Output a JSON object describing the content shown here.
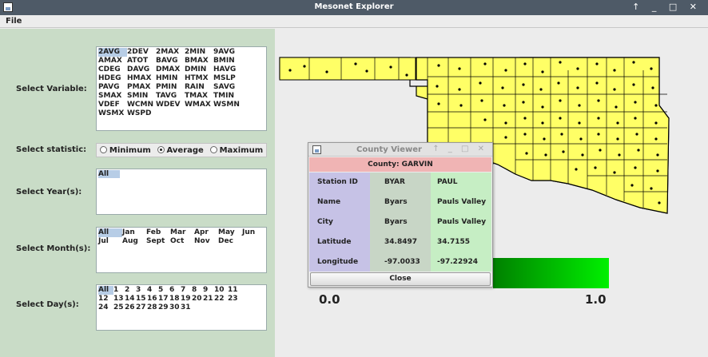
{
  "window": {
    "title": "Mesonet Explorer",
    "controls": "↑ _ □ ✕"
  },
  "menu": {
    "file": "File"
  },
  "variable": {
    "label": "Select Variable:",
    "selected": "2AVG",
    "rows": [
      [
        "2AVG",
        "2DEV",
        "2MAX",
        "2MIN",
        "9AVG"
      ],
      [
        "AMAX",
        "ATOT",
        "BAVG",
        "BMAX",
        "BMIN"
      ],
      [
        "CDEG",
        "DAVG",
        "DMAX",
        "DMIN",
        "HAVG"
      ],
      [
        "HDEG",
        "HMAX",
        "HMIN",
        "HTMX",
        "MSLP"
      ],
      [
        "PAVG",
        "PMAX",
        "PMIN",
        "RAIN",
        "SAVG"
      ],
      [
        "SMAX",
        "SMIN",
        "TAVG",
        "TMAX",
        "TMIN"
      ],
      [
        "VDEF",
        "WCMN",
        "WDEV",
        "WMAX",
        "WSMN"
      ],
      [
        "WSMX",
        "WSPD"
      ]
    ]
  },
  "statistic": {
    "label": "Select statistic:",
    "options": [
      "Minimum",
      "Average",
      "Maximum"
    ],
    "selected": "Average"
  },
  "year": {
    "label": "Select Year(s):",
    "items": [
      "All"
    ],
    "selected": "All"
  },
  "month": {
    "label": "Select Month(s):",
    "selected": "All",
    "rows": [
      [
        "All",
        "Jan",
        "Feb",
        "Mar",
        "Apr",
        "May",
        "Jun"
      ],
      [
        "Jul",
        "Aug",
        "Sept",
        "Oct",
        "Nov",
        "Dec"
      ]
    ]
  },
  "day": {
    "label": "Select Day(s):",
    "selected": "All",
    "rows": [
      [
        "All",
        "1",
        "2",
        "3",
        "4",
        "5",
        "6",
        "7",
        "8",
        "9",
        "10",
        "11"
      ],
      [
        "12",
        "13",
        "14",
        "15",
        "16",
        "17",
        "18",
        "19",
        "20",
        "21",
        "22",
        "23"
      ],
      [
        "24",
        "25",
        "26",
        "27",
        "28",
        "29",
        "30",
        "31"
      ]
    ]
  },
  "scale": {
    "min": "0.0",
    "max": "1.0",
    "color_start": "#008000",
    "color_end": "#00f000"
  },
  "county_viewer": {
    "title": "County Viewer",
    "controls": "↑ _ □ ✕",
    "county": "County: GARVIN",
    "rows": [
      [
        "Station ID",
        "BYAR",
        "PAUL"
      ],
      [
        "Name",
        "Byars",
        "Pauls Valley"
      ],
      [
        "City",
        "Byars",
        "Pauls Valley"
      ],
      [
        "Latitude",
        "34.8497",
        "34.7155"
      ],
      [
        "Longitude",
        "-97.0033",
        "-97.22924"
      ]
    ],
    "close": "Close"
  }
}
